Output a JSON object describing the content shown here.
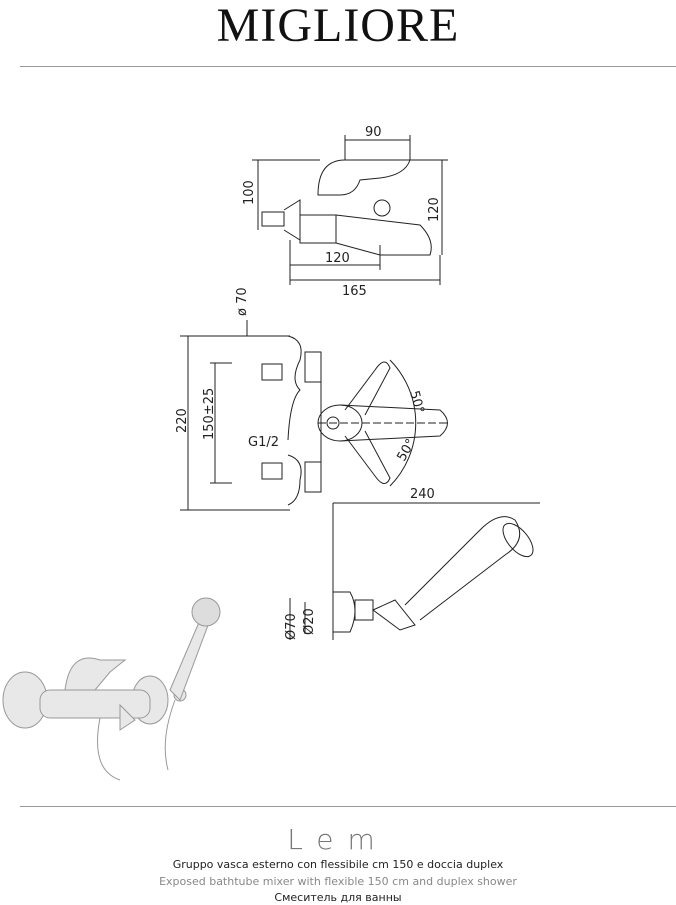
{
  "brand": "MIGLIORE",
  "side_view": {
    "dim_width_top": "90",
    "dim_height_left": "100",
    "dim_height_right": "120",
    "dim_spout": "120",
    "dim_total": "165"
  },
  "front_view": {
    "dim_diameter": "ø 70",
    "dim_height": "220",
    "dim_centers": "150±25",
    "thread": "G1/2",
    "angle_up": "50°",
    "angle_down": "50°"
  },
  "shower_view": {
    "dim_length": "240",
    "dim_outer_diameter": "Ø70",
    "dim_inner_diameter": "Ø20"
  },
  "product": {
    "name": "Lem",
    "desc_it": "Gruppo vasca esterno con flessibile cm 150 e doccia duplex",
    "desc_en": "Exposed bathtube mixer with flexible 150 cm and duplex shower",
    "desc_ru": "Смеситель для ванны"
  }
}
